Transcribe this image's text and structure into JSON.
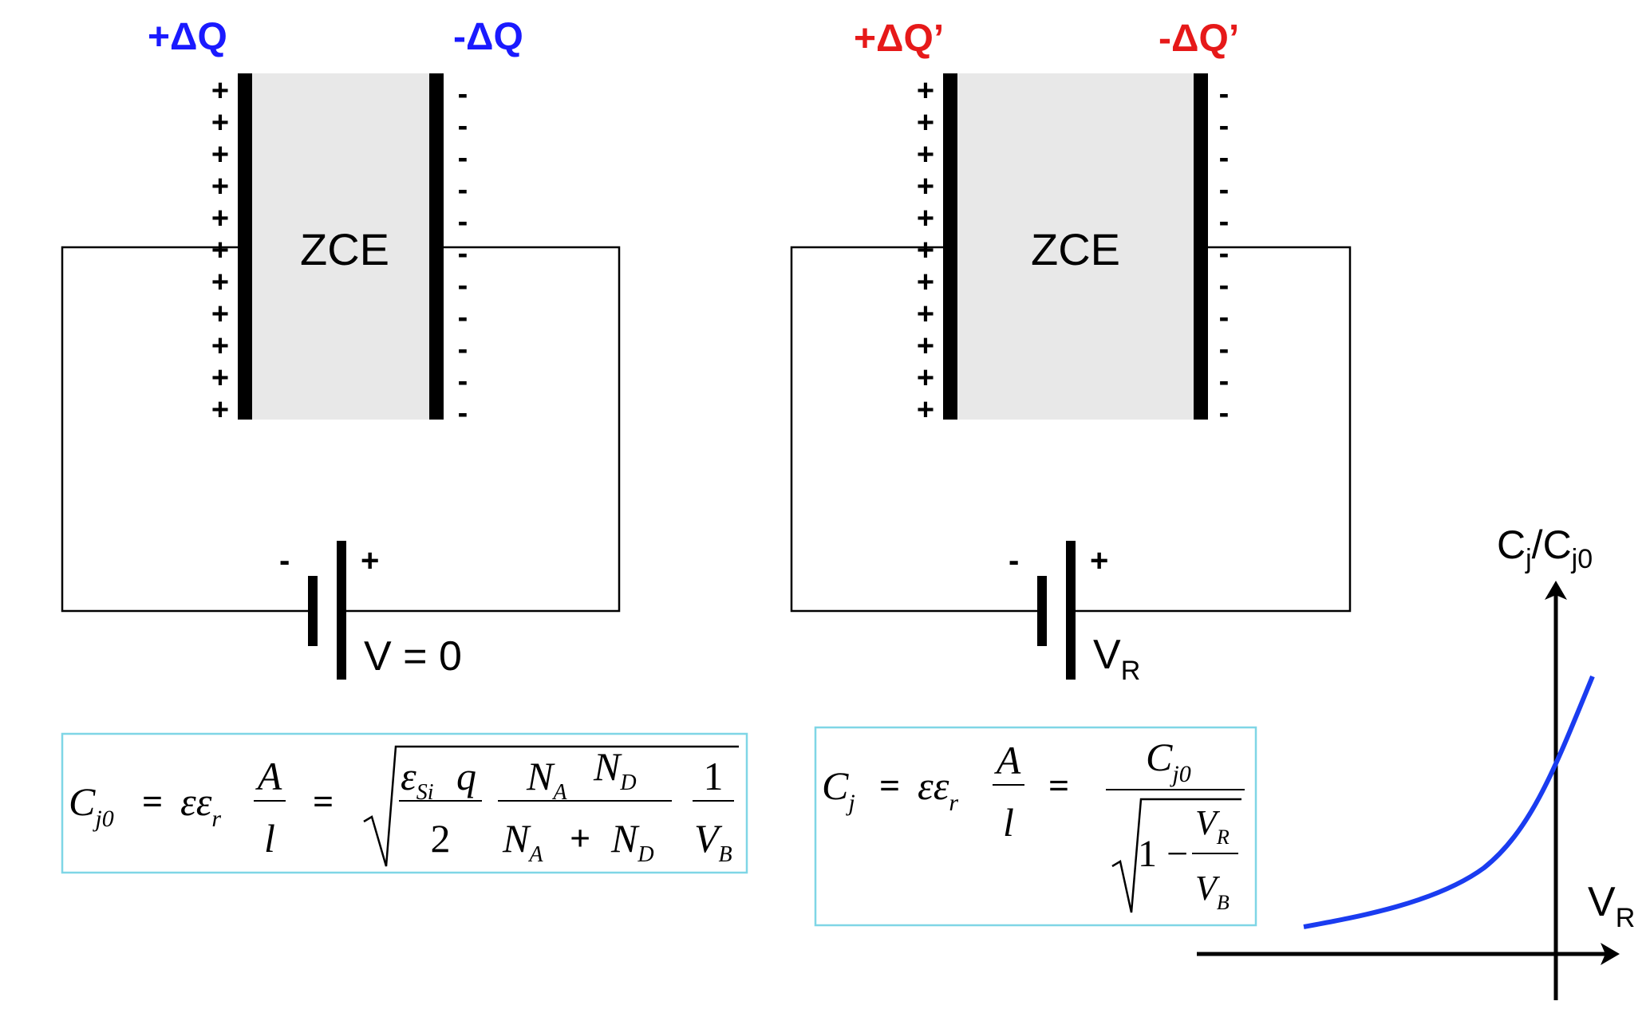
{
  "colors": {
    "blue": "#1a1aff",
    "red": "#e61919",
    "zce_fill": "#e8e8e8",
    "box_border": "#7fd6e6",
    "curve": "#1a3cf0"
  },
  "left": {
    "charge_pos": "+ΔQ",
    "charge_neg": "-ΔQ",
    "zce": "ZCE",
    "batt_minus": "-",
    "batt_plus": "+",
    "voltage": "V = 0",
    "plus_sign": "+",
    "minus_sign": "-"
  },
  "right": {
    "charge_pos": "+ΔQ’",
    "charge_neg": "-ΔQ’",
    "zce": "ZCE",
    "batt_minus": "-",
    "batt_plus": "+",
    "voltage_main": "V",
    "voltage_sub": "R"
  },
  "formula_left": {
    "C": "C",
    "C_sub": "j0",
    "eq": "=",
    "eps": "εε",
    "eps_sub": "r",
    "A": "A",
    "l": "l",
    "eps_si": "ε",
    "eps_si_sub": "Si",
    "q": "q",
    "two": "2",
    "NA": "N",
    "NA_sub": "A",
    "ND": "N",
    "ND_sub": "D",
    "plus": "+",
    "one": "1",
    "VB": "V",
    "VB_sub": "B"
  },
  "formula_right": {
    "C": "C",
    "C_sub": "j",
    "eq": "=",
    "eps": "εε",
    "eps_sub": "r",
    "A": "A",
    "l": "l",
    "Cj0": "C",
    "Cj0_sub": "j0",
    "one_minus": "1 −",
    "VR": "V",
    "VR_sub": "R",
    "VB": "V",
    "VB_sub": "B"
  },
  "graph": {
    "y_label": "C",
    "y_label_sub1": "j",
    "y_label_mid": "/C",
    "y_label_sub2": "j0",
    "x_label": "V",
    "x_label_sub": "R"
  }
}
